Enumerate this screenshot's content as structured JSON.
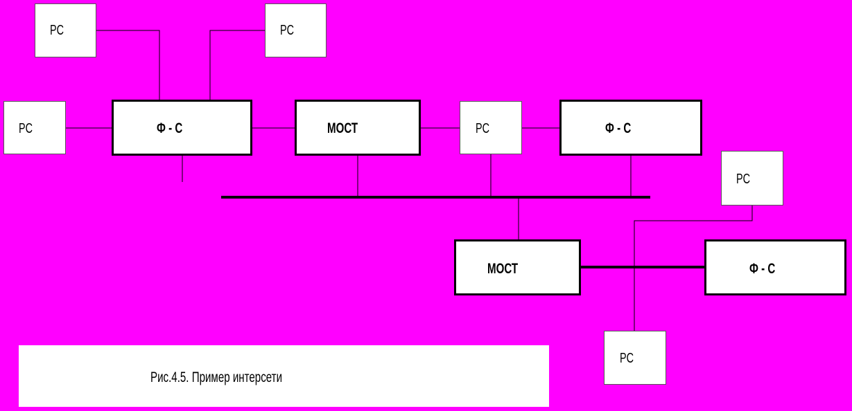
{
  "colors": {
    "background": "#FF00FF",
    "box_fill": "#FFFFFF",
    "line": "#000000"
  },
  "nodes": {
    "pc_top_left": "PC",
    "pc_top_right": "PC",
    "pc_left": "PC",
    "fs_left": "Ф - С",
    "bridge_top": "МОСТ",
    "pc_middle": "PC",
    "fs_right": "Ф - С",
    "pc_right": "PC",
    "bridge_bottom": "МОСТ",
    "fs_bottom": "Ф - С",
    "pc_bottom": "PC"
  },
  "caption": "Рис.4.5. Пример интерсети"
}
